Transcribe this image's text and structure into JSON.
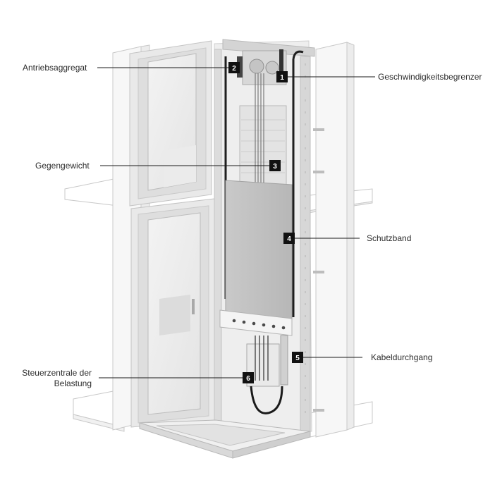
{
  "callouts": [
    {
      "number": "1",
      "label": "Geschwindigkeitsbegrenzer"
    },
    {
      "number": "2",
      "label": "Antriebsaggregat"
    },
    {
      "number": "3",
      "label": "Gegengewicht"
    },
    {
      "number": "4",
      "label": "Schutzband"
    },
    {
      "number": "5",
      "label": "Kabeldurchgang"
    },
    {
      "number": "6",
      "label_line1": "Steuerzentrale der",
      "label_line2": "Belastung"
    }
  ]
}
